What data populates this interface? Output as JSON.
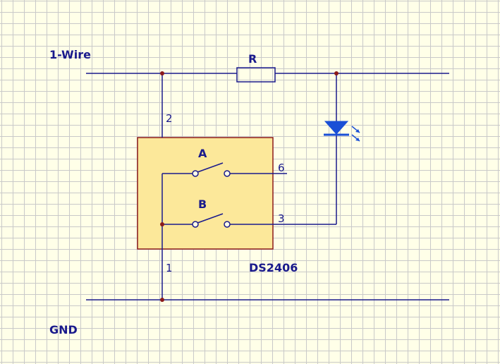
{
  "labels": {
    "one_wire": "1-Wire",
    "gnd": "GND",
    "resistor": "R",
    "switch_a": "A",
    "switch_b": "B",
    "chip": "DS2406",
    "pin_2": "2",
    "pin_6": "6",
    "pin_3": "3",
    "pin_1": "1"
  },
  "colors": {
    "background": "#ffffe8",
    "grid": "#c9c9c9",
    "wire": "#1a1a8c",
    "chip_fill": "#fce89a",
    "chip_border": "#8b1a1a",
    "node": "#8b1a1a",
    "led": "#1a4fd6"
  },
  "icons": {
    "resistor": "resistor-symbol",
    "led": "led-symbol",
    "switch": "switch-symbol"
  }
}
